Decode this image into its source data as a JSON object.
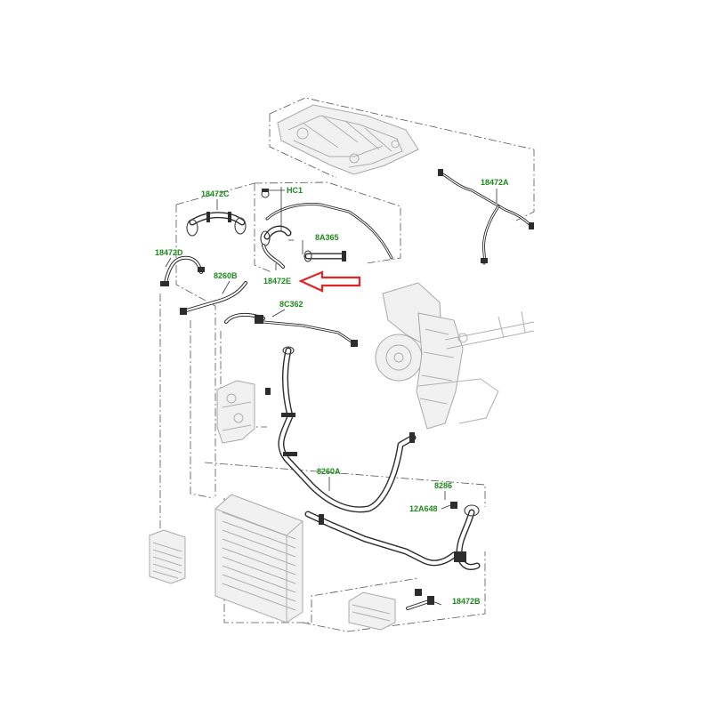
{
  "colors": {
    "label": "#1a8a1a",
    "arrow": "#e0252b",
    "line": "#2d2d2d",
    "ghost": "#b0b0b0"
  },
  "labels": [
    {
      "id": "18472C",
      "text": "18472C"
    },
    {
      "id": "HC1",
      "text": "HC1"
    },
    {
      "id": "18472A",
      "text": "18472A"
    },
    {
      "id": "8A365",
      "text": "8A365"
    },
    {
      "id": "18472D",
      "text": "18472D"
    },
    {
      "id": "8260B",
      "text": "8260B"
    },
    {
      "id": "18472E",
      "text": "18472E"
    },
    {
      "id": "8C362",
      "text": "8C362"
    },
    {
      "id": "8260A",
      "text": "8260A"
    },
    {
      "id": "8286",
      "text": "8286"
    },
    {
      "id": "12A648",
      "text": "12A648"
    },
    {
      "id": "18472B",
      "text": "18472B"
    }
  ],
  "highlight": {
    "points_to": "18472E",
    "icon": "hollow-arrow-left-icon"
  }
}
